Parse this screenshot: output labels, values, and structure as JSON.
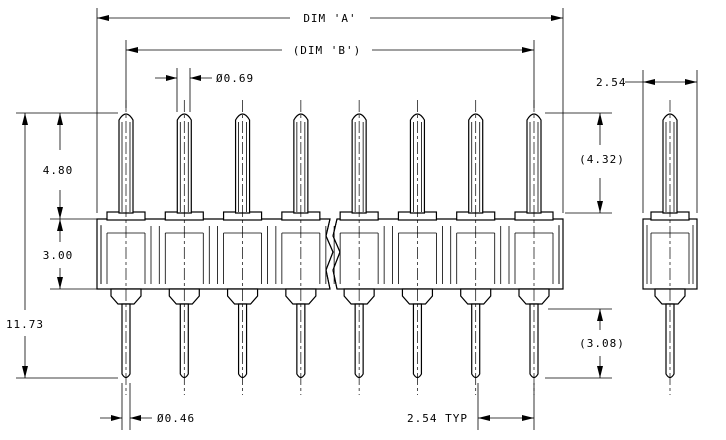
{
  "labels": {
    "dim_a": "DIM 'A'",
    "dim_b": "(DIM 'B')",
    "pin_diameter_top": "Ø0.69",
    "pin_diameter_bottom": "Ø0.46",
    "pin_length_top": "4.80",
    "body_height": "3.00",
    "overall_height": "11.73",
    "top_ref": "(4.32)",
    "bottom_ref": "(3.08)",
    "pitch_typ": "2.54 TYP",
    "side_width": "2.54"
  },
  "pin_count": 8
}
